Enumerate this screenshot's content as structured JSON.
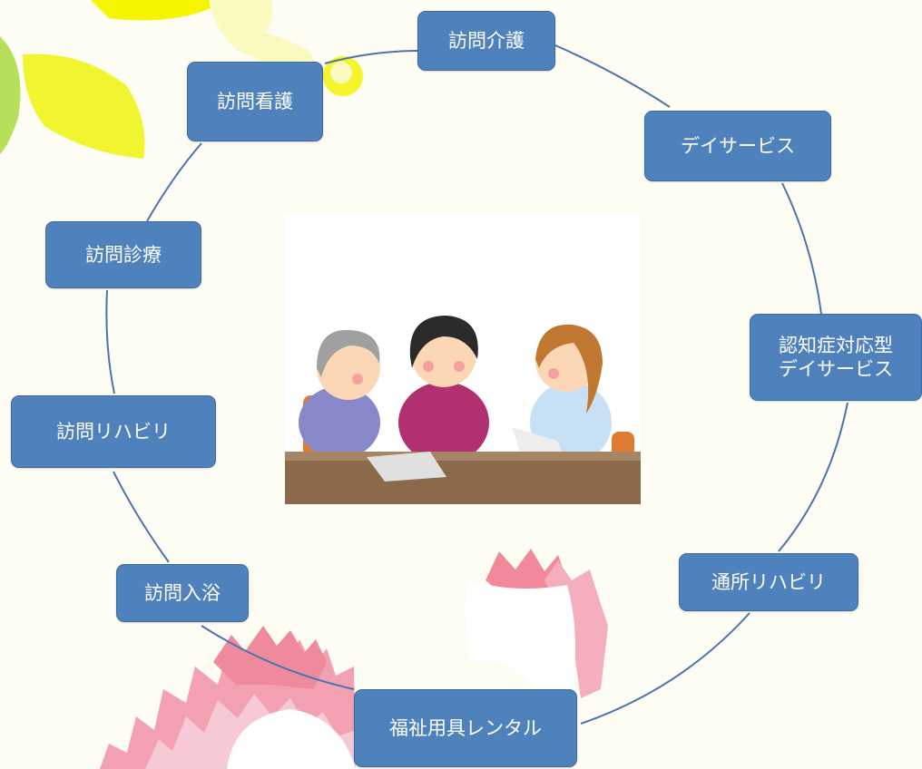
{
  "diagram": {
    "nodes": [
      {
        "id": "houmon-kaigo",
        "label": "訪問介護"
      },
      {
        "id": "day-service",
        "label": "デイサービス"
      },
      {
        "id": "dementia-day",
        "label": "認知症対応型\nデイサービス"
      },
      {
        "id": "tsusho-rehab",
        "label": "通所リハビリ"
      },
      {
        "id": "fukushi-rental",
        "label": "福祉用具レンタル"
      },
      {
        "id": "houmon-nyuyoku",
        "label": "訪問入浴"
      },
      {
        "id": "houmon-rehab",
        "label": "訪問リハビリ"
      },
      {
        "id": "houmon-shinryo",
        "label": "訪問診療"
      },
      {
        "id": "houmon-kango",
        "label": "訪問看護"
      }
    ],
    "accent_color": "#4f81bd",
    "connector_color": "#4a74b0"
  },
  "illustration": {
    "subject": "three-women-consultation-illustration"
  },
  "decorations": {
    "top_left": "yellow-flower-decoration",
    "bottom": "pink-flower-decoration"
  }
}
